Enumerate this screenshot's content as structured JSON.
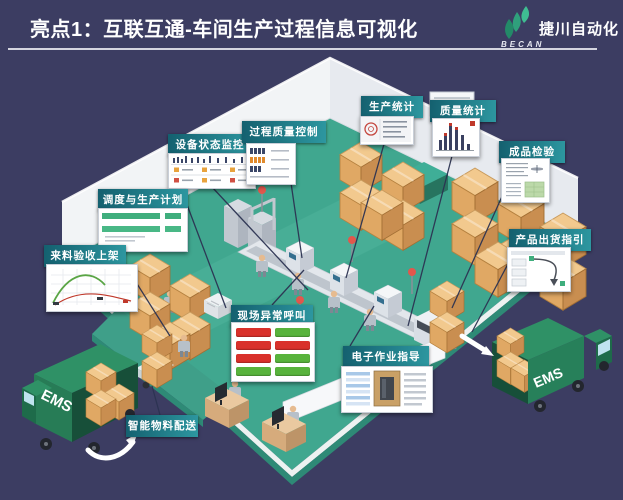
{
  "header": {
    "title": "亮点1：互联互通-车间生产过程信息可视化",
    "logo": {
      "name": "BECAN",
      "brand": "捷川自动化"
    }
  },
  "callouts": {
    "equipment_status": {
      "label": "设备状态监控"
    },
    "process_quality": {
      "label": "过程质量控制"
    },
    "scheduling": {
      "label": "调度与生产计划"
    },
    "incoming_material": {
      "label": "来料验收上架"
    },
    "production_stats": {
      "label": "生产统计"
    },
    "quality_stats": {
      "label": "质量统计"
    },
    "final_inspection": {
      "label": "成品检验"
    },
    "shipping_guide": {
      "label": "产品出货指引"
    },
    "exception_call": {
      "label": "现场异常呼叫",
      "buttons": [
        "red",
        "green",
        "red",
        "red",
        "red",
        "green",
        "green",
        "green"
      ]
    },
    "work_instruction": {
      "label": "电子作业指导"
    },
    "material_delivery": {
      "label": "智能物料配送"
    }
  },
  "scene": {
    "truck_left_label": "EMS",
    "truck_right_label": "EMS"
  },
  "colors": {
    "background": "#3c3d62",
    "floor_teal": "#40a78f",
    "label_teal_dark": "#14606f",
    "label_teal_light": "#2d97a0",
    "truck_green": "#2f9166",
    "alert_red": "#e2574c",
    "status_red": "#d9312b",
    "status_green": "#58b33c",
    "logo_green": "#2fa07c"
  }
}
